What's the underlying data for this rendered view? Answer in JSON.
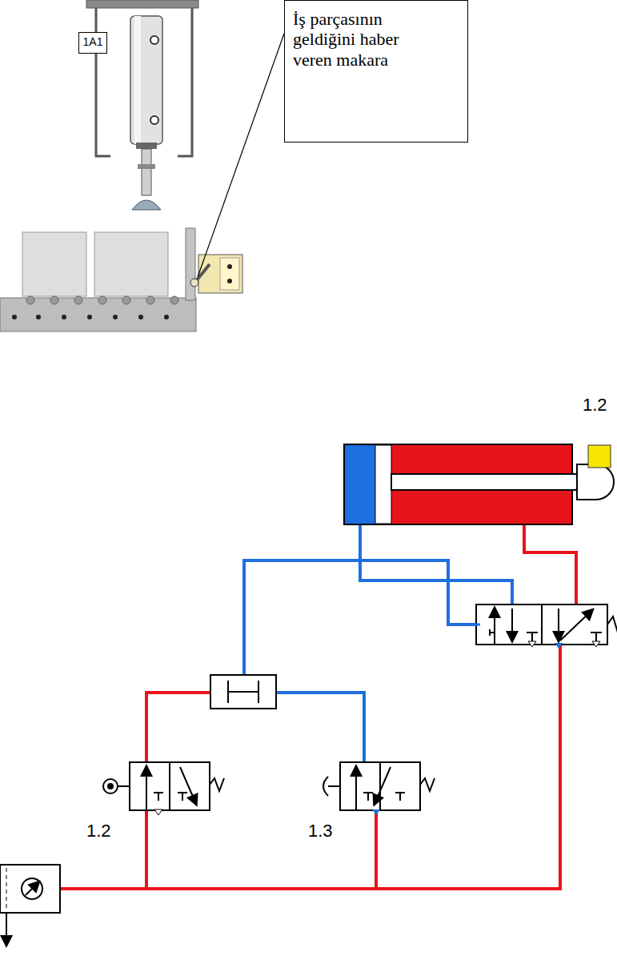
{
  "diagram": {
    "nodes": [
      {
        "text": [
          "1A1"
        ]
      },
      {
        "text": [
          "İş parçasının geldiğini haber veren makara"
        ]
      }
    ],
    "labels": [
      "1.2",
      "1.2",
      "1.3"
    ]
  }
}
